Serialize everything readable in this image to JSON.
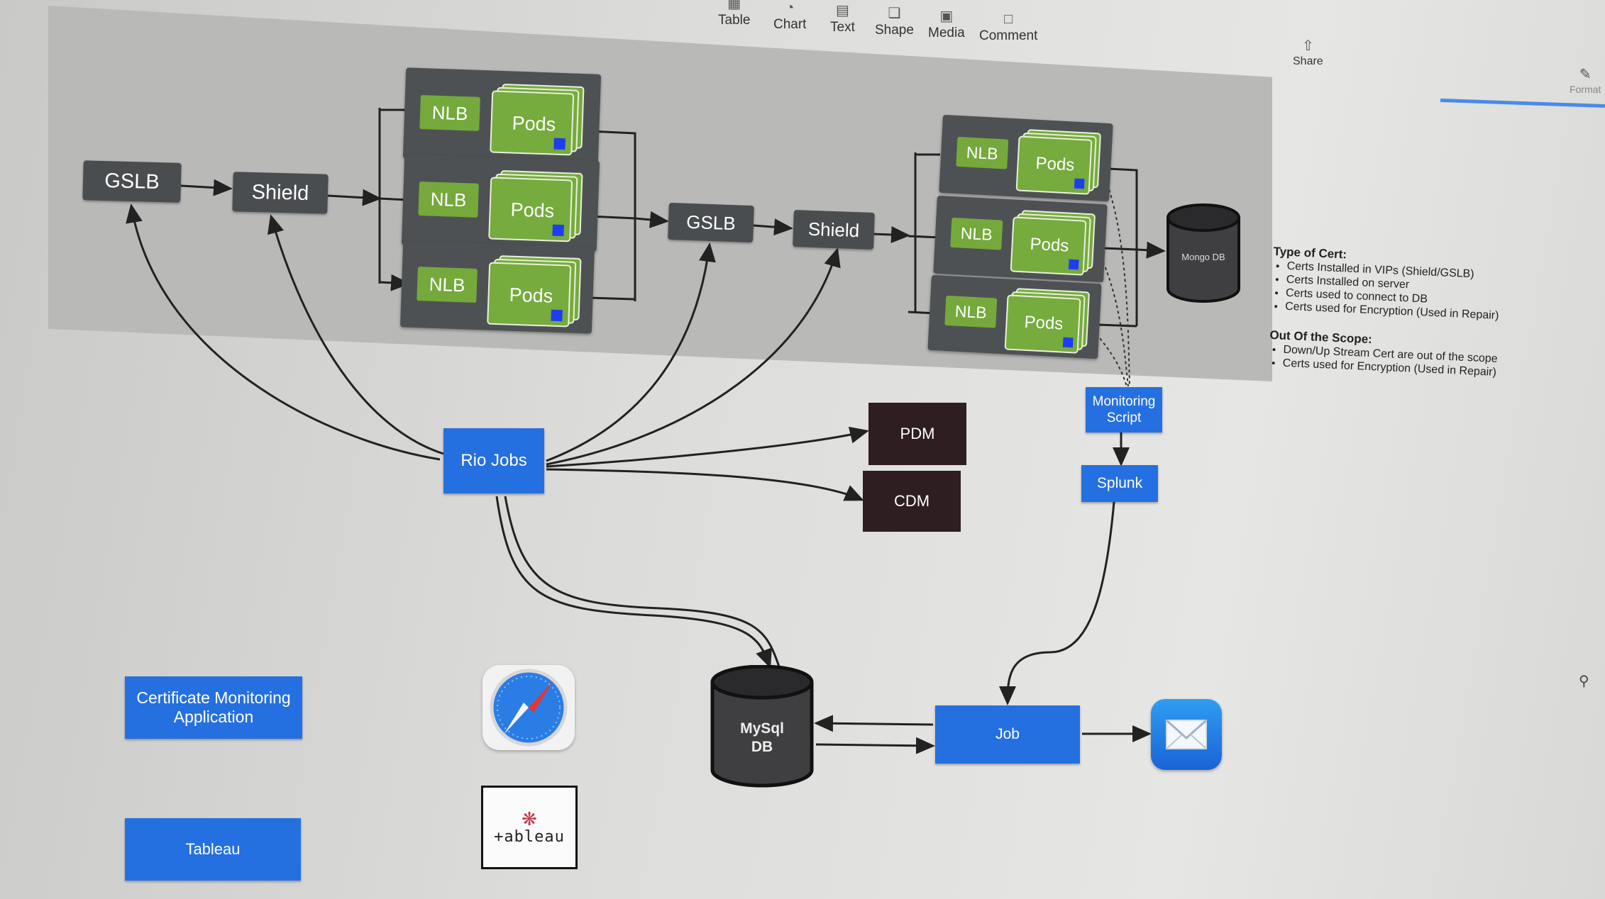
{
  "toolbar": {
    "items": [
      {
        "label": "Table",
        "icon": "table-icon"
      },
      {
        "label": "Chart",
        "icon": "chart-icon"
      },
      {
        "label": "Text",
        "icon": "text-icon"
      },
      {
        "label": "Shape",
        "icon": "shape-icon"
      },
      {
        "label": "Media",
        "icon": "media-icon"
      },
      {
        "label": "Comment",
        "icon": "comment-icon"
      }
    ],
    "share": "Share",
    "format": "Format"
  },
  "diagram": {
    "gslb": "GSLB",
    "shield": "Shield",
    "nlb": "NLB",
    "pods": "Pods",
    "mongo": "Mongo DB",
    "monitoring_script": "Monitoring Script",
    "splunk": "Splunk",
    "rio_jobs": "Rio Jobs",
    "pdm": "PDM",
    "cdm": "CDM",
    "mysql": "MySql DB",
    "job": "Job",
    "cert_app": "Certificate Monitoring Application",
    "tableau_box": "Tableau",
    "tableau_logo": "+ableau"
  },
  "notes": {
    "type_title": "Type of Cert:",
    "type_items": [
      "Certs Installed in VIPs (Shield/GSLB)",
      "Certs Installed on server",
      "Certs used to connect to DB",
      "Certs used for Encryption (Used in Repair)"
    ],
    "scope_title": "Out Of the Scope:",
    "scope_items": [
      "Down/Up Stream Cert are out of the scope",
      "Certs used for Encryption (Used in Repair)"
    ]
  },
  "colors": {
    "nlb_green": "#75a93c",
    "dark_box": "#4a4d50",
    "blue_box": "#2570e0",
    "maroon_box": "#2e1d21"
  }
}
